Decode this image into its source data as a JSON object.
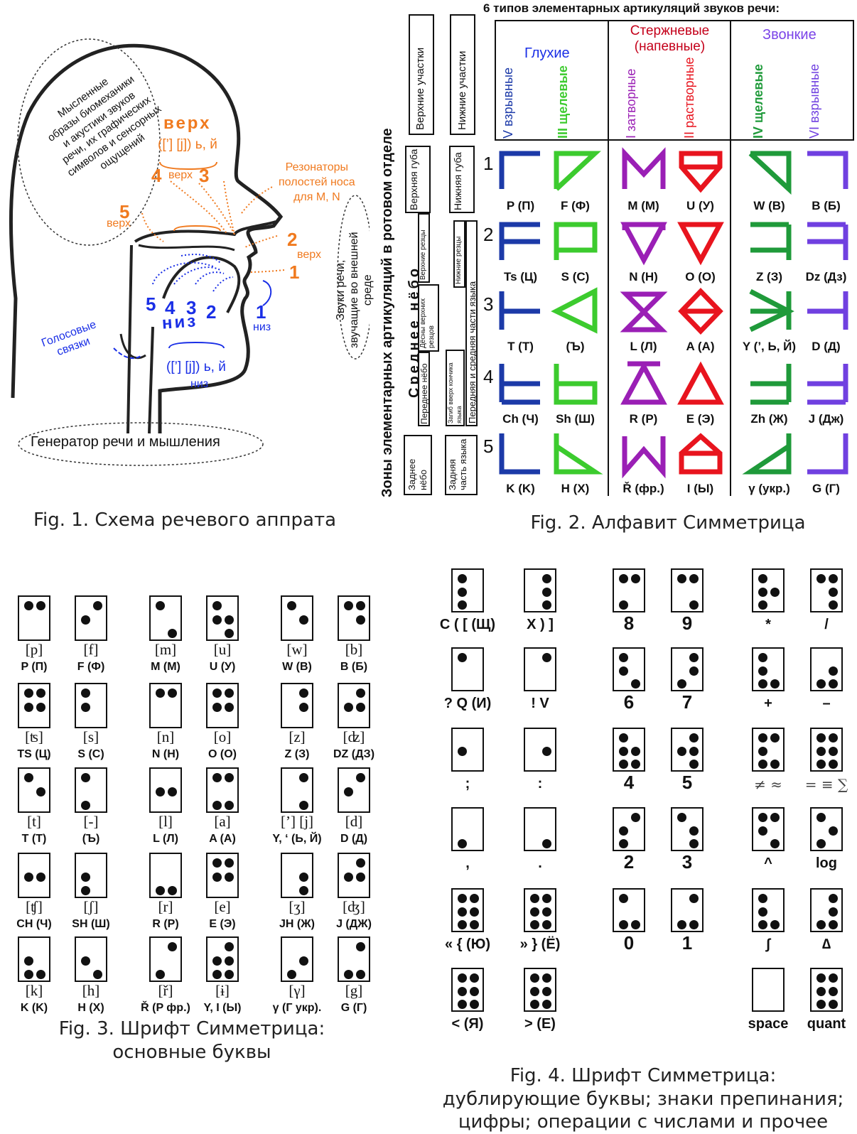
{
  "fig1": {
    "caption": "Fig. 1. Схема речевого аппрата",
    "mental_images": "Мысленные образы биомеханики и акустики звуков речи, их графических символов и сенсорных ощущений",
    "mental_lines": [
      "Мысленные",
      "образы биомеханики",
      "и акустики звуков",
      "речи, их графических",
      "символов и сенсорных",
      "ощущений"
    ],
    "top_word": "верх",
    "top_sounds": "([’] [j]) ь, й",
    "n4": "4",
    "n3": "3",
    "verh_small": "верх",
    "n5": "5",
    "resonators": [
      "Резонаторы",
      "полостей носа",
      "для M, N"
    ],
    "n2": "2",
    "n1": "1",
    "outer_sounds": [
      "Звуки речи,",
      "звучащие во внешней",
      "среде"
    ],
    "low_nums": [
      "5",
      "4",
      "3",
      "2"
    ],
    "niz_big": "низ",
    "low1": "1",
    "niz_small": "низ",
    "vocal": [
      "Голосовые",
      "связки"
    ],
    "bottom_sounds": "([’] [j]) ь, й",
    "generator": "Генератор речи и мышления",
    "colors": {
      "orange": "#f07a1f",
      "blue": "#1a2fe6"
    }
  },
  "fig2": {
    "caption": "Fig. 2. Алфавит Симметрица",
    "header": "6 типов элементарных артикуляций звуков речи:",
    "zones_title": "Зоны элементарных артикуляций в ротовом отделе",
    "upper_parts": "Верхние участки",
    "lower_parts": "Нижние участки",
    "upper_lip": "Верхняя губа",
    "lower_lip": "Нижняя губа",
    "middle_palate": "Среднее нёбо",
    "upper_incisors": "Верхние резцы",
    "gums": "Дёсны верхних резцов",
    "front_palate": "Переднее нёбо",
    "lower_incisors": "Нижние резцы",
    "tongue_front": "Передняя и средняя части языка",
    "tongue_tip": "Загиб вверх кончика языка",
    "back_palate": "Заднее нёбо",
    "back_tongue": "Задняя часть языка",
    "groups": [
      {
        "name": "Глухие",
        "color": "#1a2fe6"
      },
      {
        "name": "Стержневые (напевные)",
        "color": "#c4001a"
      },
      {
        "name": "Звонкие",
        "color": "#7b44e8"
      }
    ],
    "columns": [
      {
        "label": "V взрывные",
        "color": "#1c3aa8"
      },
      {
        "label": "III щелевые",
        "color": "#3ccb2e"
      },
      {
        "label": "I затворные",
        "color": "#9a1fb5"
      },
      {
        "label": "II растворные",
        "color": "#e8141e"
      },
      {
        "label": "IV щелевые",
        "color": "#1f9a3a"
      },
      {
        "label": "VI взрывные",
        "color": "#7040e0"
      }
    ],
    "row_numbers": [
      "1",
      "2",
      "3",
      "4",
      "5"
    ],
    "letters": [
      [
        "P (П)",
        "F (Ф)",
        "M (M)",
        "U (У)",
        "W (B)",
        "B (Б)"
      ],
      [
        "Ts (Ц)",
        "S (C)",
        "N (H)",
        "O (O)",
        "Z (З)",
        "Dz (Дз)"
      ],
      [
        "T (T)",
        "(Ъ)",
        "L (Л)",
        "A (A)",
        "Y (’, Ь, Й)",
        "D (Д)"
      ],
      [
        "Ch (Ч)",
        "Sh (Ш)",
        "R (P)",
        "E (Э)",
        "Zh (Ж)",
        "J (Дж)"
      ],
      [
        "K (K)",
        "H (X)",
        "Ř (фр.)",
        "I (Ы)",
        "γ (укр.)",
        "G (Г)"
      ]
    ]
  },
  "fig3": {
    "caption": [
      "Fig. 3. Шрифт Симметрица:",
      "основные буквы"
    ],
    "rows": [
      {
        "ipa": [
          "[p]",
          "[f]",
          "[m]",
          "[u]",
          "[w]",
          "[b]"
        ],
        "labels": [
          "P (П)",
          "F (Ф)",
          "M (M)",
          "U (У)",
          "W (B)",
          "B (Б)"
        ]
      },
      {
        "ipa": [
          "[ʦ]",
          "[s]",
          "[n]",
          "[o]",
          "[z]",
          "[ʣ]"
        ],
        "labels": [
          "TS (Ц)",
          "S (C)",
          "N (H)",
          "O (O)",
          "Z (З)",
          "DZ (ДЗ)"
        ]
      },
      {
        "ipa": [
          "[t]",
          "[-]",
          "[l]",
          "[a]",
          "[’] [j]",
          "[d]"
        ],
        "labels": [
          "T (T)",
          "(Ъ)",
          "L (Л)",
          "A (A)",
          "Y, ‘ (Ь, Й)",
          "D (Д)"
        ]
      },
      {
        "ipa": [
          "[ʧ]",
          "[ʃ]",
          "[r]",
          "[e]",
          "[ʒ]",
          "[ʤ]"
        ],
        "labels": [
          "CH (Ч)",
          "SH (Ш)",
          "R (P)",
          "E (Э)",
          "JH (Ж)",
          "J (ДЖ)"
        ]
      },
      {
        "ipa": [
          "[k]",
          "[h]",
          "[ř]",
          "[ɨ]",
          "[γ]",
          "[g]"
        ],
        "labels": [
          "K (K)",
          "H (X)",
          "Ř (P фр.)",
          "Y, I (Ы)",
          "γ (Г укр).",
          "G (Г)"
        ]
      }
    ]
  },
  "fig4": {
    "caption": [
      "Fig. 4. Шрифт Симметрица:",
      "дублирующие буквы; знаки препинания;",
      "цифры; операции с числами и прочее"
    ],
    "labels": [
      [
        "C ( [ (Щ)",
        "X ) ]",
        "8",
        "9",
        "*",
        "/"
      ],
      [
        "? Q (И)",
        "! V",
        "6",
        "7",
        "+",
        "–"
      ],
      [
        ";",
        ":",
        "4",
        "5",
        "≠ ≈",
        "= ≡ ∑"
      ],
      [
        ",",
        ".",
        "2",
        "3",
        "^",
        "log"
      ],
      [
        "« { (Ю)",
        "» } (Ё)",
        "0",
        "1",
        "∫",
        "∆"
      ],
      [
        "< (Я)",
        "> (E)",
        "",
        "",
        "space",
        "quant"
      ]
    ]
  }
}
